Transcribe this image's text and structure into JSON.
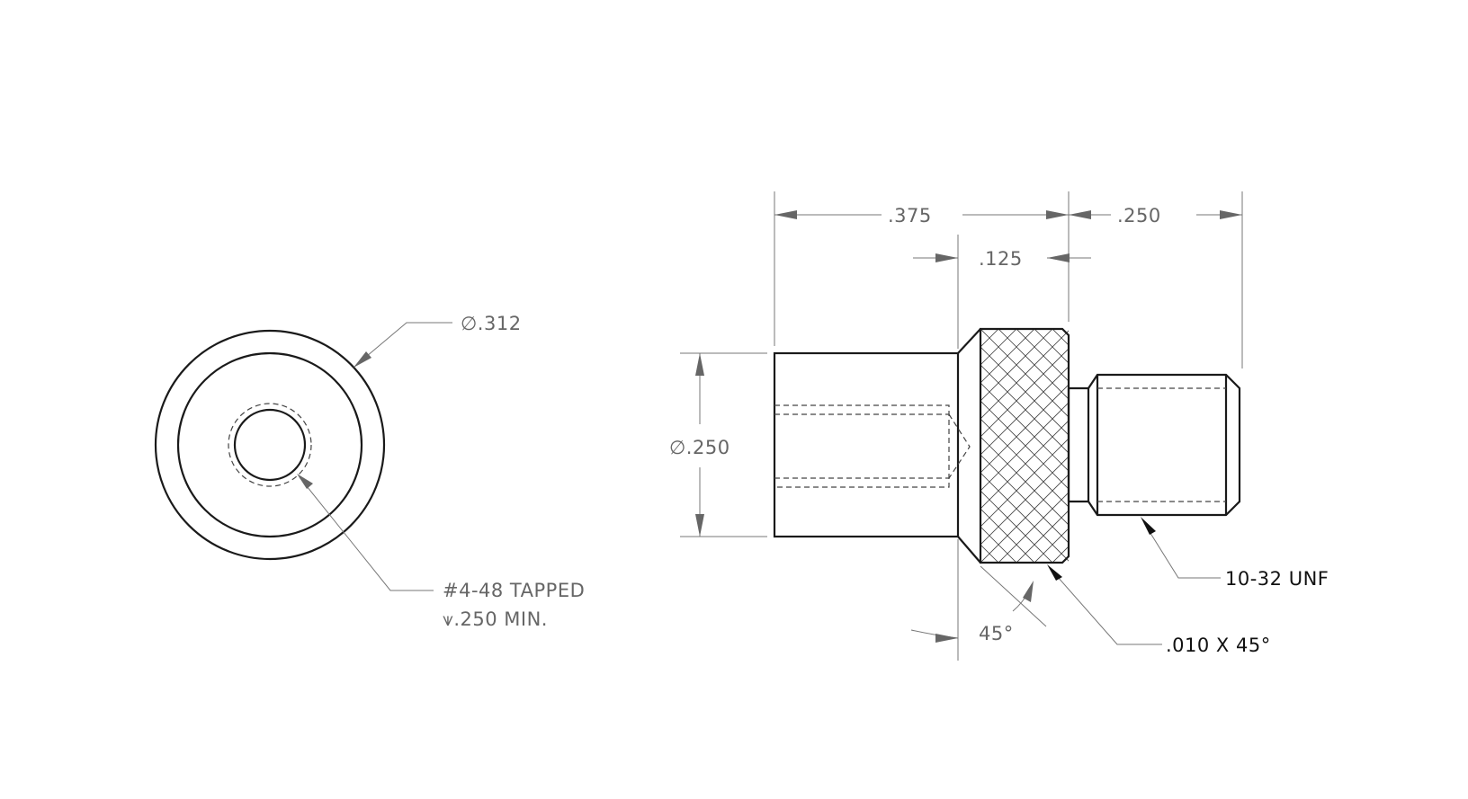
{
  "end_view": {
    "diameter_callout": "∅.312",
    "tap_note_line1": "#4-48 TAPPED",
    "tap_note_line2": "⩛.250 MIN."
  },
  "side_view": {
    "dim_overall_body": ".375",
    "dim_knurl_width": ".125",
    "dim_thread_length": ".250",
    "dim_body_diameter": "∅.250",
    "chamfer_angle": "45°",
    "thread_spec": "10-32 UNF",
    "edge_chamfer": ".010 X 45°"
  }
}
